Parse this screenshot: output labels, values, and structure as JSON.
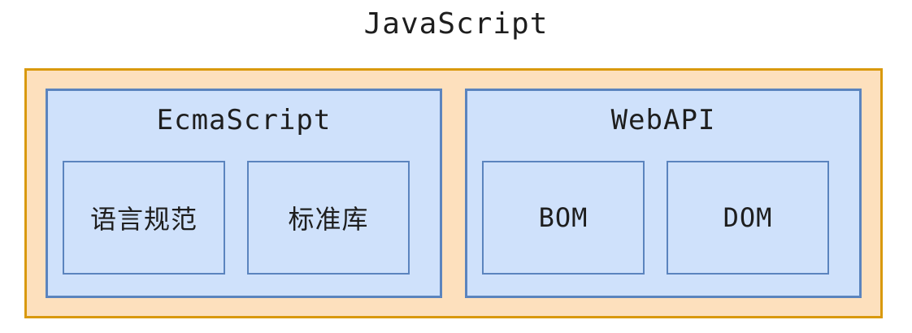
{
  "page": {
    "title": "JavaScript"
  },
  "diagram": {
    "sections": [
      {
        "title": "EcmaScript",
        "items": [
          {
            "label": "语言规范"
          },
          {
            "label": "标准库"
          }
        ]
      },
      {
        "title": "WebAPI",
        "items": [
          {
            "label": "BOM"
          },
          {
            "label": "DOM"
          }
        ]
      }
    ]
  },
  "colors": {
    "outer-border": "#d9990d",
    "outer-fill": "#fde0bd",
    "box-border": "#5b84be",
    "box-fill": "#cfe1fb",
    "text": "#1e1e1e",
    "page-bg": "#ffffff"
  }
}
